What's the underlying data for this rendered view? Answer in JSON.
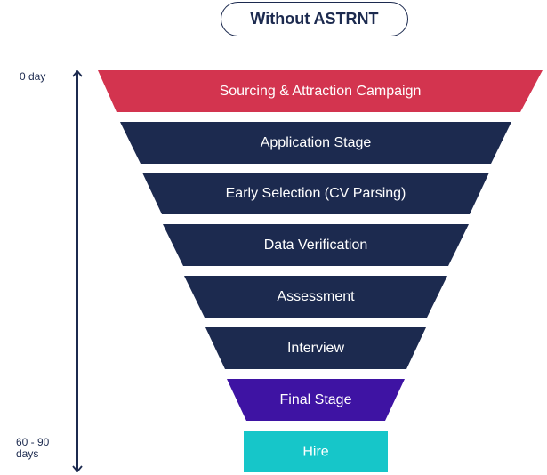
{
  "header": {
    "title": "Without ASTRNT"
  },
  "timeline": {
    "start_label": "0 day",
    "end_label": "60 - 90 days"
  },
  "stages": [
    {
      "label": "Sourcing & Attraction Campaign",
      "color": "#d3344f"
    },
    {
      "label": "Application Stage",
      "color": "#1c2a4f"
    },
    {
      "label": "Early Selection (CV Parsing)",
      "color": "#1c2a4f"
    },
    {
      "label": "Data Verification",
      "color": "#1c2a4f"
    },
    {
      "label": "Assessment",
      "color": "#1c2a4f"
    },
    {
      "label": "Interview",
      "color": "#1c2a4f"
    },
    {
      "label": "Final Stage",
      "color": "#3e13a3"
    },
    {
      "label": "Hire",
      "color": "#16c6c9"
    }
  ]
}
